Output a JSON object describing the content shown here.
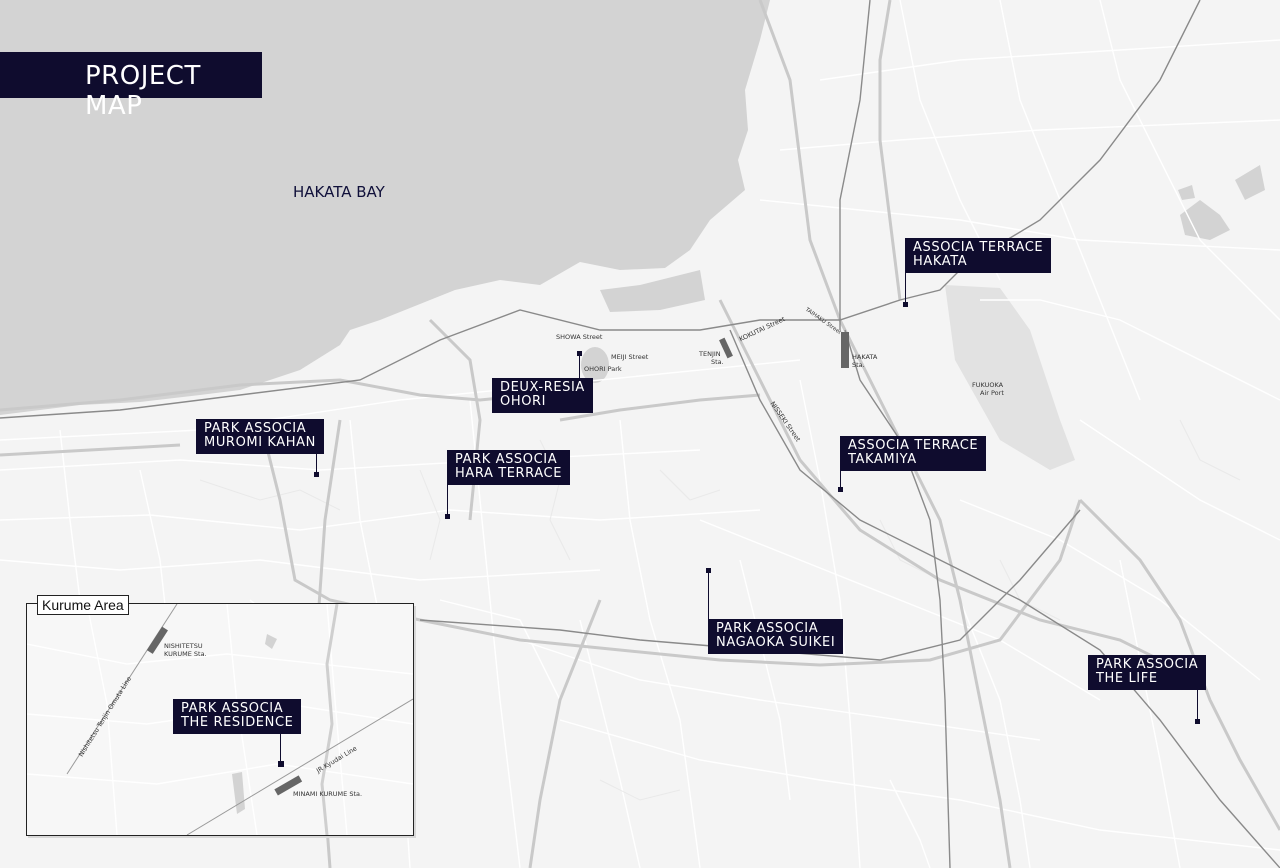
{
  "title": "PROJECT MAP",
  "bay_label": "HAKATA BAY",
  "colors": {
    "navy": "#0f0c2e",
    "sea": "#d3d3d3",
    "land": "#f4f4f4",
    "road": "#ffffff",
    "rail": "#8a8a8a"
  },
  "projects": [
    {
      "id": "associa-terrace-hakata",
      "line1": "ASSOCIA TERRACE",
      "line2": "HAKATA"
    },
    {
      "id": "deux-resia-ohori",
      "line1": "DEUX-RESIA",
      "line2": "OHORI"
    },
    {
      "id": "park-associa-muromi-kahan",
      "line1": "PARK ASSOCIA",
      "line2": "MUROMI KAHAN"
    },
    {
      "id": "park-associa-hara-terrace",
      "line1": "PARK ASSOCIA",
      "line2": "HARA TERRACE"
    },
    {
      "id": "associa-terrace-takamiya",
      "line1": "ASSOCIA TERRACE",
      "line2": "TAKAMIYA"
    },
    {
      "id": "park-associa-nagaoka-suikei",
      "line1": "PARK ASSOCIA",
      "line2": "NAGAOKA SUIKEI"
    },
    {
      "id": "park-associa-the-life",
      "line1": "PARK ASSOCIA",
      "line2": "THE LIFE"
    },
    {
      "id": "park-associa-the-residence",
      "line1": "PARK ASSOCIA",
      "line2": "THE RESIDENCE"
    }
  ],
  "map_labels": {
    "showa_street": "SHOWA Street",
    "meiji_street": "MEIJI Street",
    "ohori_park": "OHORI Park",
    "tenjin_sta": [
      "TENJIN",
      "Sta."
    ],
    "kokutai_street": "KOKUTAI Street",
    "taihaku_street": "TAIHAKU Street",
    "hakata_sta": [
      "HAKATA",
      "Sta."
    ],
    "nisseki_street": "NISSEKI Street",
    "fukuoka_airport": [
      "FUKUOKA",
      "Air Port"
    ]
  },
  "inset": {
    "title": "Kurume Area",
    "nishitetsu_line": "Nishitetsu Tenjin Omuta Line",
    "nishitetsu_kurume": [
      "NISHITETSU",
      "KURUME Sta."
    ],
    "jr_line": "JR Kyudai Line",
    "minami_kurume": "MINAMI KURUME Sta."
  }
}
